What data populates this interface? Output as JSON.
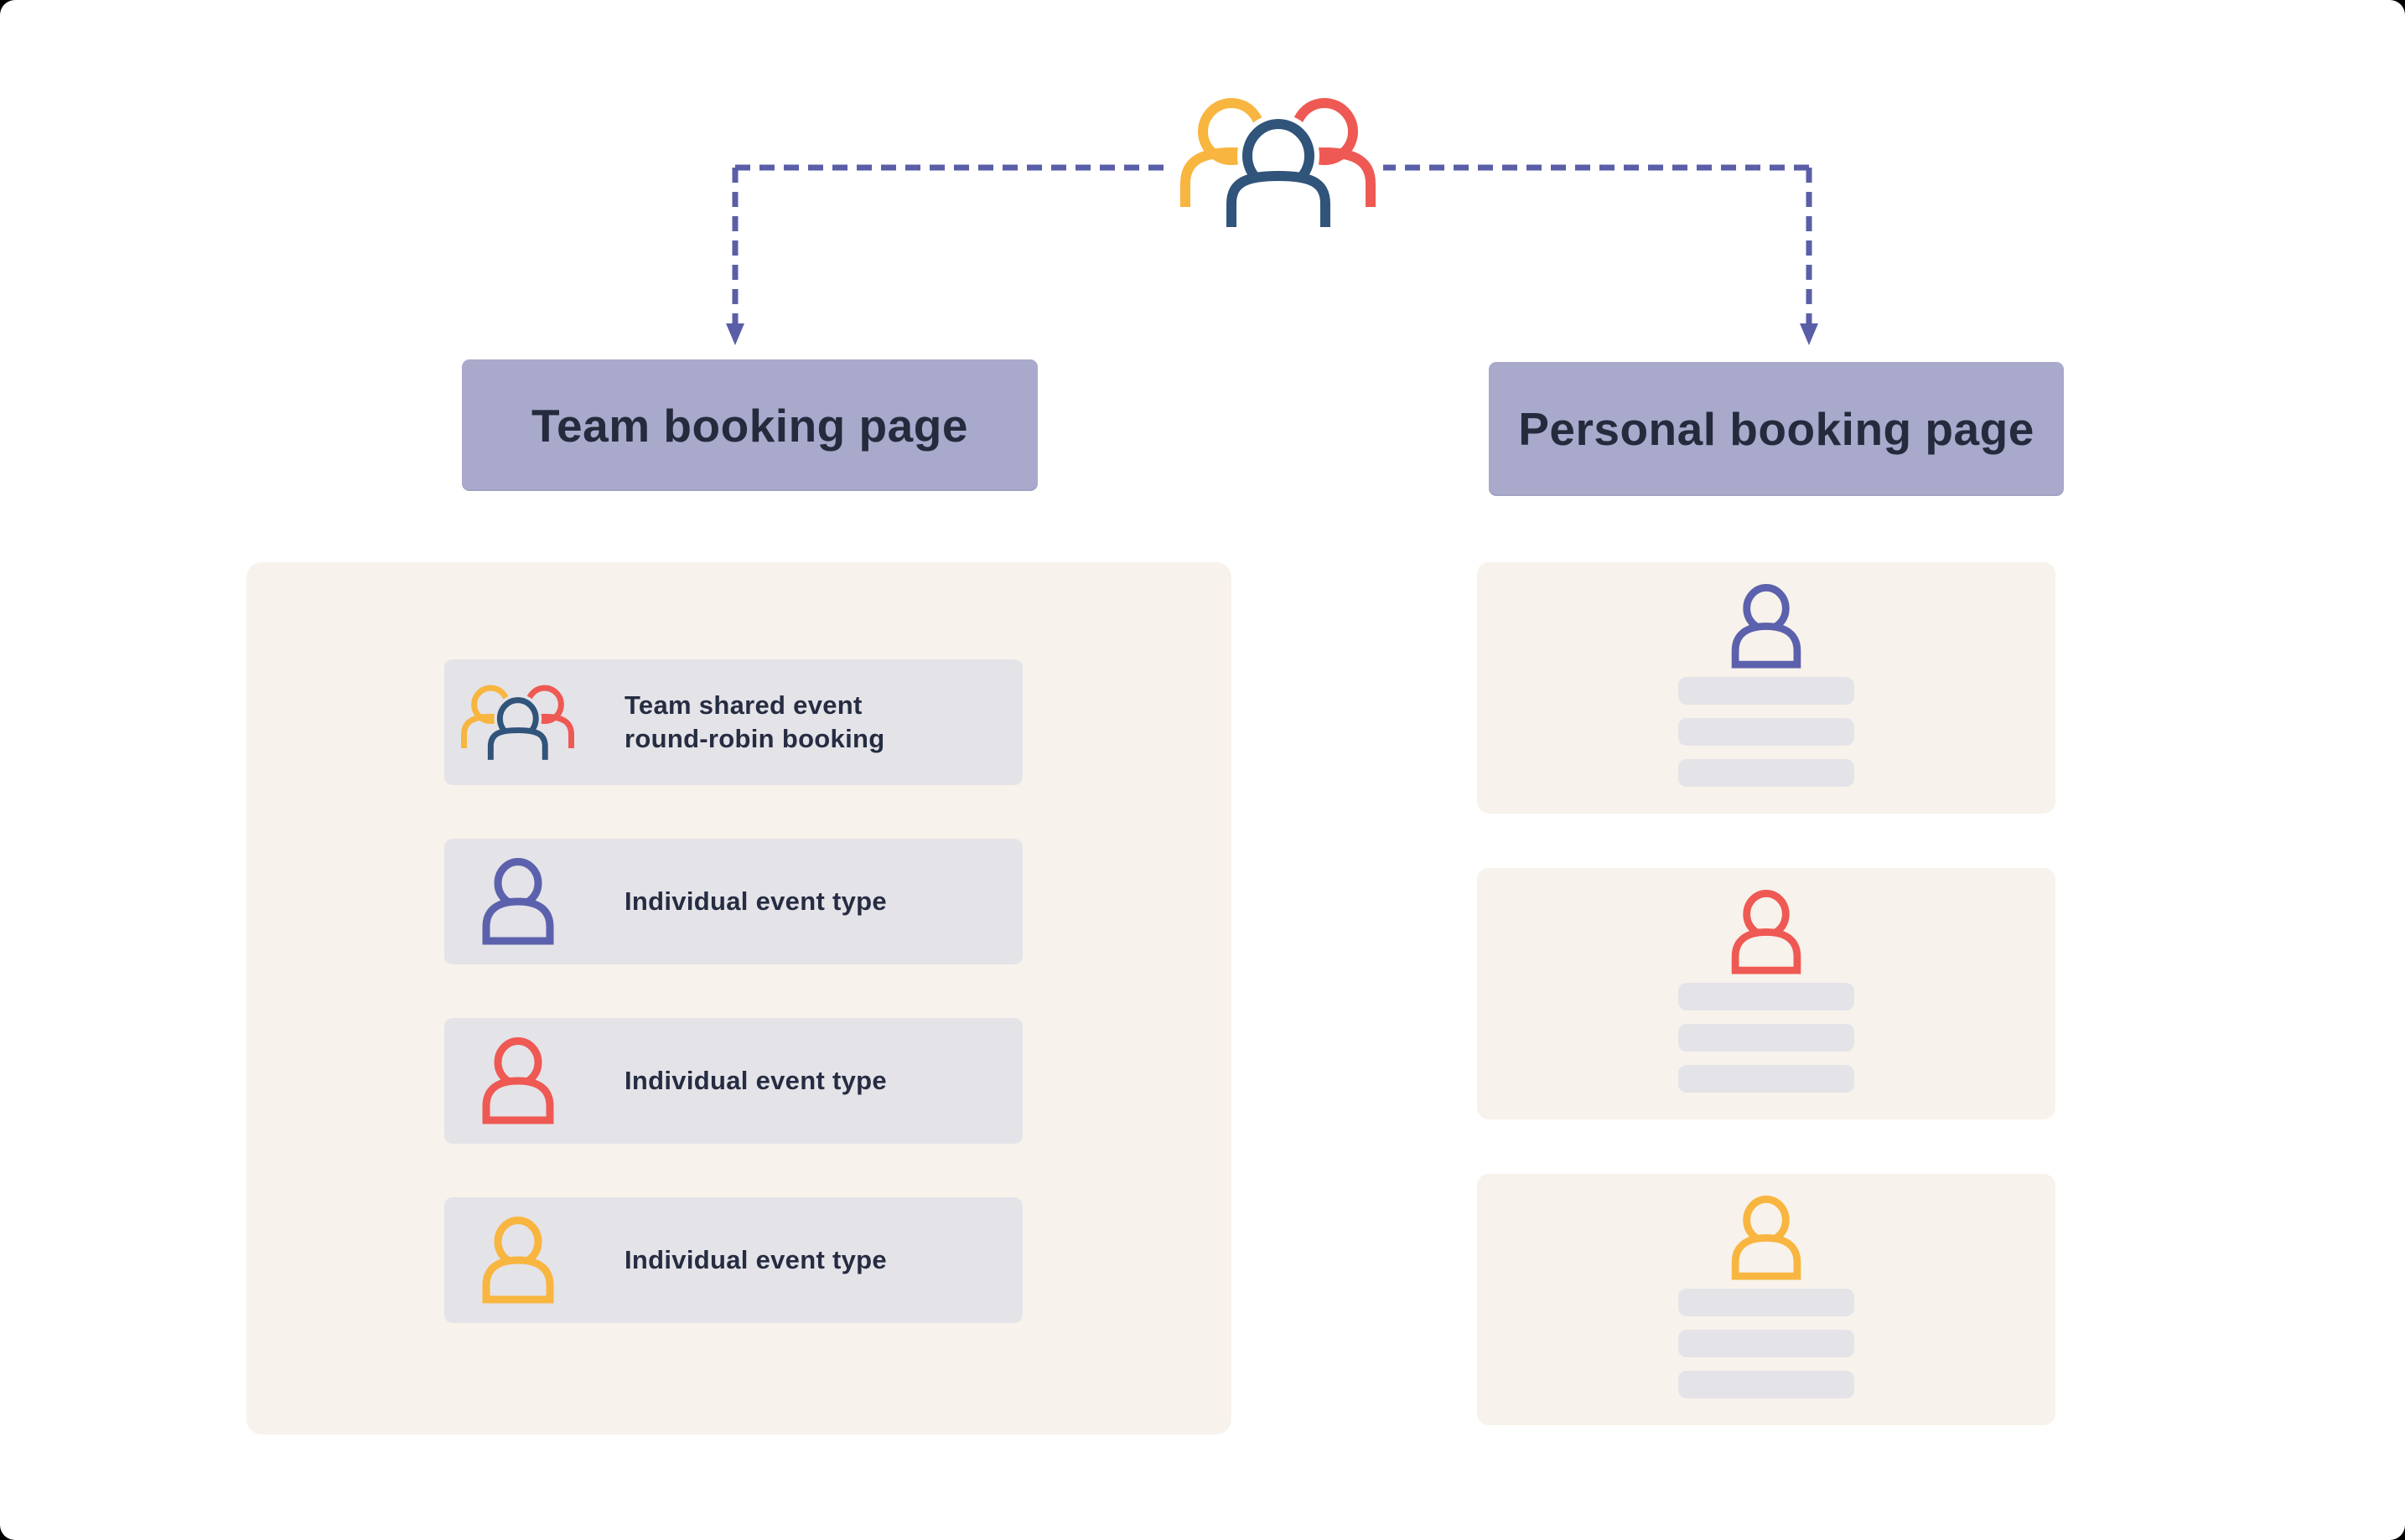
{
  "colors": {
    "yellow": "#F8B53F",
    "red": "#EF5953",
    "navy": "#30547A",
    "purple": "#5C61AD",
    "connector": "#5A5EA7",
    "lavender": "#A9A9CC",
    "heading": "#252B3D",
    "label": "#262D42",
    "panel": "#F7F2EB",
    "row": "#E4E3E8",
    "bar": "#E4E3E8",
    "page": "#FFFFFF"
  },
  "root": {
    "icon": "team-group-icon"
  },
  "branches": {
    "team": {
      "title": "Team booking page"
    },
    "personal": {
      "title": "Personal booking page"
    }
  },
  "team_panel": {
    "rows": [
      {
        "icon": "team-group-icon",
        "line1": "Team shared event",
        "line2": "round-robin booking"
      },
      {
        "icon": "person-icon-purple",
        "line1": "Individual event type",
        "line2": ""
      },
      {
        "icon": "person-icon-red",
        "line1": "Individual event type",
        "line2": ""
      },
      {
        "icon": "person-icon-yellow",
        "line1": "Individual event type",
        "line2": ""
      }
    ]
  },
  "personal_panel": {
    "cards": [
      {
        "icon": "person-icon-purple",
        "placeholder_bars": 3
      },
      {
        "icon": "person-icon-red",
        "placeholder_bars": 3
      },
      {
        "icon": "person-icon-yellow",
        "placeholder_bars": 3
      }
    ]
  }
}
